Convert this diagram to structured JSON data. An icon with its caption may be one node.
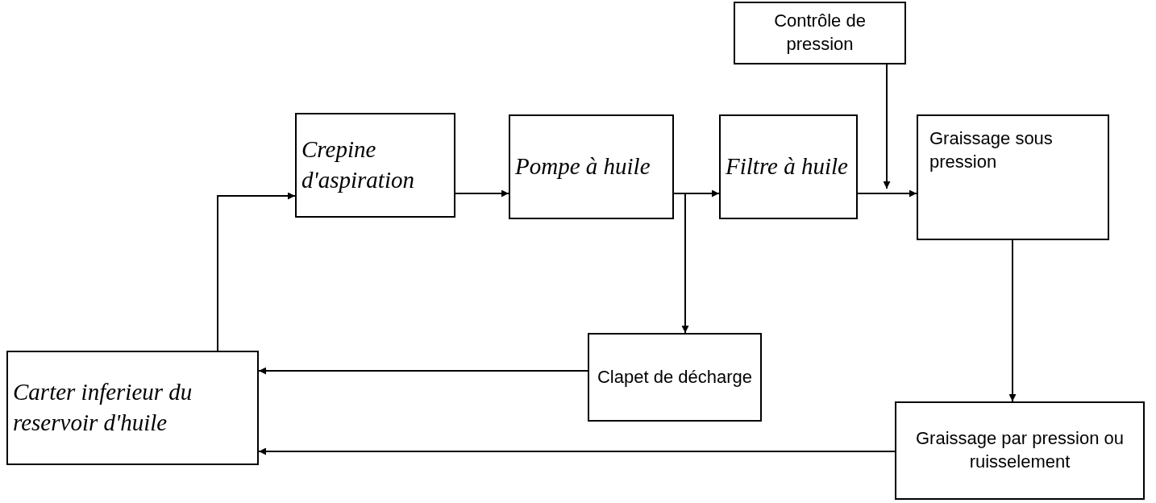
{
  "diagram": {
    "nodes": [
      {
        "text": [
          "Contrôle de pression"
        ]
      },
      {
        "text": [
          "Crepine d'aspiration"
        ]
      },
      {
        "text": [
          "Pompe à huile"
        ]
      },
      {
        "text": [
          "Filtre à huile"
        ]
      },
      {
        "text": [
          "Graissage sous pression"
        ]
      },
      {
        "text": [
          "Carter inferieur du reservoir d'huile"
        ]
      },
      {
        "text": [
          "Clapet de décharge"
        ]
      },
      {
        "text": [
          "Graissage par pression ou ruisselement"
        ]
      }
    ],
    "edges": [
      {
        "from": 5,
        "to": 1,
        "arrow": "to"
      },
      {
        "from": 1,
        "to": 2,
        "arrow": "to"
      },
      {
        "from": 2,
        "to": 3,
        "arrow": "to"
      },
      {
        "from": 2,
        "to": 6,
        "arrow": "to"
      },
      {
        "from": 3,
        "to": 4,
        "arrow": "to"
      },
      {
        "from": 0,
        "to": 4,
        "arrow": "to"
      },
      {
        "from": 4,
        "to": 7,
        "arrow": "to"
      },
      {
        "from": 6,
        "to": 5,
        "arrow": "to"
      },
      {
        "from": 7,
        "to": 5,
        "arrow": "to"
      }
    ]
  }
}
